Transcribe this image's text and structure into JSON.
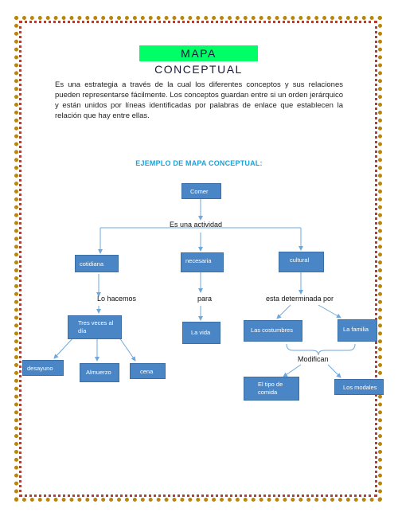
{
  "title": "MAPA CONCEPTUAL",
  "intro": "Es una estrategia a través de la cual los diferentes conceptos y sus  relaciones pueden representarse fácilmente. Los conceptos guardan entre si un orden jerárquico y están unidos por líneas identificadas por palabras de enlace que establecen la relación que hay entre ellas.",
  "example_title": "EJEMPLO DE MAPA CONCEPTUAL:",
  "nodes": {
    "comer": "Comer",
    "cotidiana": "cotidiana",
    "necesaria": "necesaria",
    "cultural": "cultural",
    "tres_veces": "Tres veces al día",
    "la_vida": "La vida",
    "las_costumbres": "Las costumbres",
    "la_familia": "La familia",
    "desayuno": "desayuno",
    "almuerzo": "Almuerzo",
    "cena": "cena",
    "tipo_comida": "El tipo de comida",
    "los_modales": "Los modales"
  },
  "links": {
    "es_una_actividad": "Es una actividad",
    "lo_hacemos": "Lo hacemos",
    "para": "para",
    "esta_determinada_por": "esta determinada por",
    "modifican": "Modifican"
  },
  "colors": {
    "node_fill": "#4a86c5",
    "line": "#6fa8dc",
    "title_bg": "#00ff66",
    "example_title": "#1da1d6"
  }
}
